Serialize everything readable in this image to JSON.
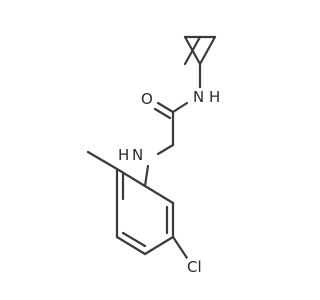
{
  "molecule": {
    "atoms": {
      "o": "O",
      "n_amide": "N",
      "h_amide": "H",
      "n_amine": "N",
      "h_amine": "H",
      "cl": "Cl"
    }
  }
}
